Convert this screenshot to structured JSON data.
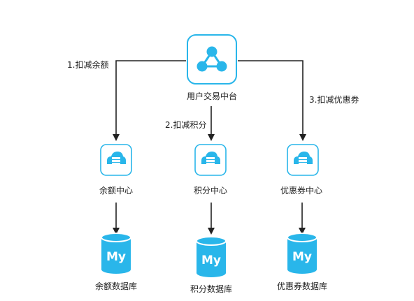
{
  "colors": {
    "accent": "#29b6ea",
    "node_fill": "#ffffff",
    "arrow": "#222222",
    "text": "#222222"
  },
  "top_node": {
    "label": "用户交易中台",
    "icon": "share-network-icon"
  },
  "edges": [
    {
      "label": "1.扣减余额",
      "to": "余额中心"
    },
    {
      "label": "2.扣减积分",
      "to": "积分中心"
    },
    {
      "label": "3.扣减优惠券",
      "to": "优惠券中心"
    }
  ],
  "services": [
    {
      "label": "余额中心",
      "icon": "cloud-server-icon"
    },
    {
      "label": "积分中心",
      "icon": "cloud-server-icon"
    },
    {
      "label": "优惠券中心",
      "icon": "cloud-server-icon"
    }
  ],
  "databases": [
    {
      "label": "余额数据库",
      "logo_text": "My",
      "icon": "mysql-database-icon"
    },
    {
      "label": "积分数据库",
      "logo_text": "My",
      "icon": "mysql-database-icon"
    },
    {
      "label": "优惠券数据库",
      "logo_text": "My",
      "icon": "mysql-database-icon"
    }
  ]
}
